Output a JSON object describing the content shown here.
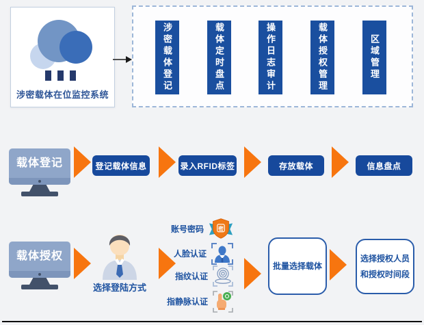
{
  "title_card": {
    "title": "涉密载体在位监控系统"
  },
  "overview_panel": {
    "modules": [
      "涉密载体登记",
      "载体定时盘点",
      "操作日志审计",
      "载体授权管理",
      "区域管理"
    ]
  },
  "registration_row": {
    "device_label": "载体登记",
    "steps": [
      "登记载体信息",
      "录入RFID标签",
      "存放载体",
      "信息盘点"
    ]
  },
  "authorization_row": {
    "device_label": "载体授权",
    "login_method_label": "选择登陆方式",
    "login_methods": [
      "账号密码",
      "人脸认证",
      "指纹认证",
      "指静脉认证"
    ],
    "shield_char": "密",
    "batch_select_label": "批量选择载体",
    "authorize_line1": "选择授权人员",
    "authorize_line2": "和授权时间段"
  },
  "colors": {
    "primary_blue": "#1a4f9f",
    "accent_orange": "#f7750f",
    "text_blue": "#1d52a0",
    "monitor_screen": "#8fa6c9",
    "dashed_border": "#9cb6d8"
  }
}
